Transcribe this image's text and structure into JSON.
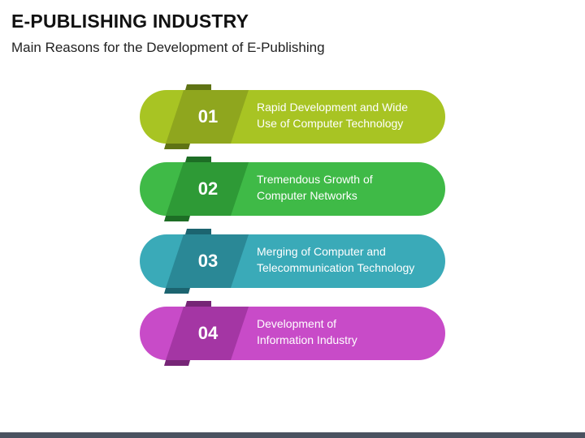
{
  "title": "E-PUBLISHING INDUSTRY",
  "subtitle": "Main Reasons for the Development of E-Publishing",
  "items": [
    {
      "number": "01",
      "line1": "Rapid Development and Wide",
      "line2": "Use of Computer Technology",
      "color": "#a8c423",
      "ribbon_light": "#8fa61e",
      "ribbon_dark": "#5f7314"
    },
    {
      "number": "02",
      "line1": "Tremendous Growth of",
      "line2": "Computer Networks",
      "color": "#3fba47",
      "ribbon_light": "#2e9a36",
      "ribbon_dark": "#1d6e25"
    },
    {
      "number": "03",
      "line1": "Merging of Computer and",
      "line2": "Telecommunication Technology",
      "color": "#3aaab8",
      "ribbon_light": "#2a8896",
      "ribbon_dark": "#1c6470"
    },
    {
      "number": "04",
      "line1": "Development of",
      "line2": "Information Industry",
      "color": "#c84bc8",
      "ribbon_light": "#a436a4",
      "ribbon_dark": "#762576"
    }
  ],
  "footer_color": "#4a5260"
}
